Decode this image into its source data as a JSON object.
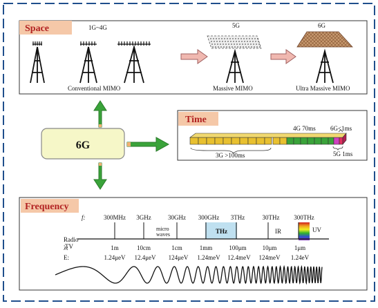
{
  "space": {
    "tag": "Space",
    "gen_1g4g": "1G~4G",
    "gen_5g": "5G",
    "gen_6g": "6G",
    "conventional": "Conventional MIMO",
    "massive": "Massive MIMO",
    "ultra": "Ultra Massive MIMO"
  },
  "center": {
    "label": "6G"
  },
  "time": {
    "tag": "Time",
    "g4": "4G 70ms",
    "g6": "6G<1ms",
    "g3": "3G >100ms",
    "g5": "5G 1ms"
  },
  "frequency": {
    "tag": "Frequency",
    "f_symbol": "f:",
    "lambda_symbol": "λ:",
    "energy_symbol": "E:",
    "radio": "Radio",
    "tv": "TV",
    "micro1": "micro",
    "micro2": "waves",
    "thz_band": "THz",
    "ir": "IR",
    "uv": "UV",
    "freqs": [
      "300MHz",
      "3GHz",
      "30GHz",
      "300GHz",
      "3THz",
      "30THz",
      "300THz"
    ],
    "wavelengths": [
      "1m",
      "10cm",
      "1cm",
      "1mm",
      "100μm",
      "10μm",
      "1μm"
    ],
    "energies": [
      "1.24μeV",
      "12.4μeV",
      "124μeV",
      "1.24meV",
      "12.4meV",
      "124meV",
      "1.24eV"
    ]
  },
  "colors": {
    "border_dash": "#1f4e8c",
    "tag_bg": "#f5c8a8",
    "tag_text": "#b22222",
    "green": "#3aa33a",
    "center_fill": "#f6f7c8",
    "thz_fill": "#bfe0f0",
    "arrow_pink": "#f0b8b0"
  }
}
